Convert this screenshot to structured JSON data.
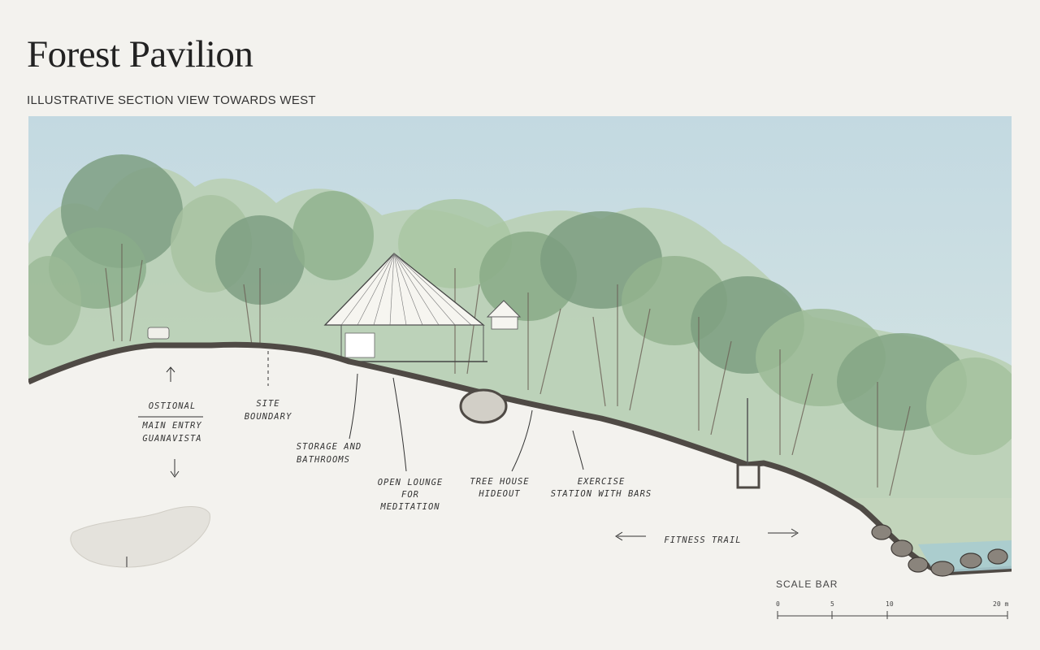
{
  "header": {
    "title": "Forest Pavilion",
    "subtitle": "ILLUSTRATIVE SECTION VIEW TOWARDS WEST"
  },
  "annotations": {
    "optional_line1": "OSTIONAL",
    "optional_line2": "MAIN ENTRY",
    "optional_line3": "GUANAVISTA",
    "site_line1": "SITE",
    "site_line2": "BOUNDARY",
    "storage_line1": "STORAGE AND",
    "storage_line2": "BATHROOMS",
    "lounge_line1": "OPEN LOUNGE",
    "lounge_line2": "FOR",
    "lounge_line3": "MEDITATION",
    "treehouse_line1": "TREE HOUSE",
    "treehouse_line2": "HIDEOUT",
    "exercise_line1": "EXERCISE",
    "exercise_line2": "STATION WITH BARS",
    "fitness": "FITNESS TRAIL"
  },
  "scale_bar": {
    "title": "SCALE BAR",
    "ticks": [
      "0",
      "5",
      "10",
      "20 m"
    ]
  },
  "colors": {
    "sky": "#c9dde3",
    "tree_dark": "#6f9478",
    "tree_mid": "#93b48f",
    "tree_light": "#b6cdb0",
    "ground": "#4f4a45",
    "water": "#a9ccd0"
  }
}
